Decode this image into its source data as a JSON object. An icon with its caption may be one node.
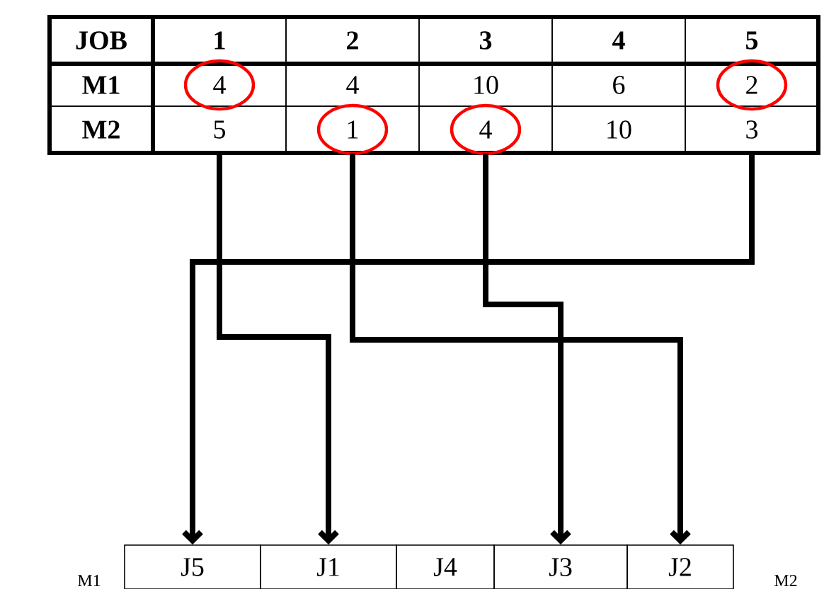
{
  "diagram": {
    "nodes": [
      {
        "text": [
          "JOB"
        ]
      },
      {
        "text": [
          "1"
        ]
      },
      {
        "text": [
          "2"
        ]
      },
      {
        "text": [
          "3"
        ]
      },
      {
        "text": [
          "4"
        ]
      },
      {
        "text": [
          "5"
        ]
      },
      {
        "text": [
          "M1"
        ]
      },
      {
        "text": [
          "4"
        ]
      },
      {
        "text": [
          "4"
        ]
      },
      {
        "text": [
          "10"
        ]
      },
      {
        "text": [
          "6"
        ]
      },
      {
        "text": [
          "2"
        ]
      },
      {
        "text": [
          "M2"
        ]
      },
      {
        "text": [
          "5"
        ]
      },
      {
        "text": [
          "1"
        ]
      },
      {
        "text": [
          "4"
        ]
      },
      {
        "text": [
          "10"
        ]
      },
      {
        "text": [
          "3"
        ]
      },
      {
        "text": [
          "J5"
        ]
      },
      {
        "text": [
          "J1"
        ]
      },
      {
        "text": [
          "J4"
        ]
      },
      {
        "text": [
          "J3"
        ]
      },
      {
        "text": [
          "J2"
        ]
      }
    ],
    "edges": [
      {
        "from": 13,
        "to": 19,
        "arrow": "to"
      },
      {
        "from": 14,
        "to": 22,
        "arrow": "to"
      },
      {
        "from": 15,
        "to": 21,
        "arrow": "to"
      },
      {
        "from": 17,
        "to": 18,
        "arrow": "to"
      }
    ],
    "labels": [
      "M1",
      "M2"
    ]
  }
}
